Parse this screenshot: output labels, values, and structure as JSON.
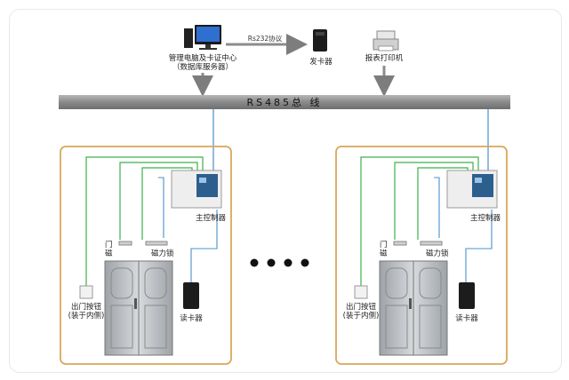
{
  "top": {
    "pc_label_1": "管理电脑及卡证中心",
    "pc_label_2": "（数据库服务器）",
    "protocol_label": "Rs232协议",
    "card_issuer_label": "发卡器",
    "printer_label": "报表打印机"
  },
  "bus": {
    "label": "RS485总 线"
  },
  "unit_left": {
    "controller_label": "主控制器",
    "door_sensor_label_1": "门",
    "door_sensor_label_2": "磁",
    "maglock_label": "磁力锁",
    "exit_button_label_1": "出门按钮",
    "exit_button_label_2": "(装于内侧)",
    "reader_label": "读卡器"
  },
  "unit_right": {
    "controller_label": "主控制器",
    "door_sensor_label_1": "门",
    "door_sensor_label_2": "磁",
    "maglock_label": "磁力锁",
    "exit_button_label_1": "出门按钮",
    "exit_button_label_2": "(装于内侧)",
    "reader_label": "读卡器"
  },
  "colors": {
    "bus": "#8a8a8a",
    "green_wire": "#3cb04a",
    "blue_wire": "#4a90c8",
    "unit_border": "#d8a85a",
    "door": "#b9b9b9"
  }
}
